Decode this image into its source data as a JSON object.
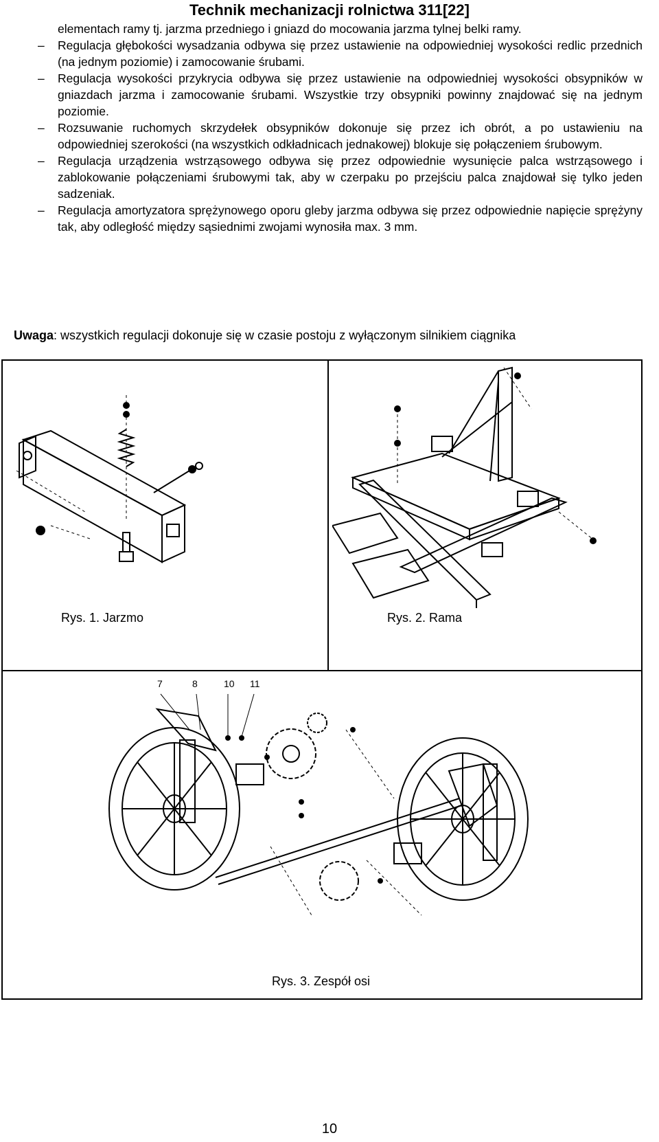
{
  "header": {
    "title": "Technik mechanizacji rolnictwa 311[22]"
  },
  "intro": "elementach ramy tj. jarzma przedniego i gniazd do mocowania jarzma tylnej belki ramy.",
  "bullets": [
    "Regulacja głębokości wysadzania odbywa się przez ustawienie na odpowiedniej wysokości redlic przednich (na jednym poziomie) i zamocowanie śrubami.",
    "Regulacja wysokości przykrycia odbywa się przez ustawienie na odpowiedniej wysokości obsypników w gniazdach jarzma i zamocowanie śrubami. Wszystkie trzy obsypniki powinny znajdować się na jednym poziomie.",
    "Rozsuwanie ruchomych skrzydełek obsypników dokonuje się przez ich obrót, a po ustawieniu na odpowiedniej szerokości (na wszystkich odkładnicach jednakowej) blokuje się połączeniem śrubowym.",
    "Regulacja urządzenia wstrząsowego odbywa się przez odpowiednie wysunięcie palca wstrząsowego i zablokowanie połączeniami śrubowymi tak, aby w czerpaku po przejściu palca znajdował się tylko jeden sadzeniak.",
    "Regulacja amortyzatora sprężynowego oporu gleby jarzma odbywa się przez odpowiednie napięcie sprężyny tak, aby odległość między sąsiednimi zwojami wynosiła max. 3 mm."
  ],
  "bullet_marker": "–",
  "note": {
    "label": "Uwaga",
    "text": ": wszystkich regulacji dokonuje się w czasie postoju z wyłączonym silnikiem ciągnika"
  },
  "figures": {
    "fig1_caption": "Rys. 1. Jarzmo",
    "fig2_caption": "Rys. 2. Rama",
    "fig3_caption": "Rys. 3. Zespół osi",
    "fig3_callouts": [
      "7",
      "8",
      "10",
      "11"
    ]
  },
  "page_number": "10"
}
